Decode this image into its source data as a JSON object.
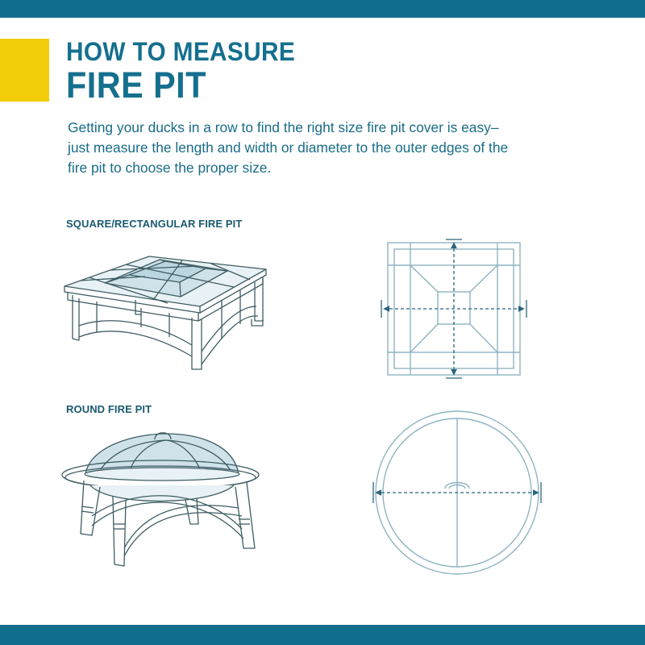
{
  "header": {
    "title_line1": "HOW TO MEASURE",
    "title_line2": "FIRE PIT"
  },
  "intro": {
    "lines": [
      "Getting your ducks in a row to find the right size fire pit cover is easy–",
      "just measure the length and width or diameter to the outer edges of the",
      "fire pit to choose the proper size."
    ]
  },
  "sections": [
    {
      "label": "SQUARE/RECTANGULAR FIRE PIT",
      "illustration": "square-fire-pit-illustration",
      "diagram": "square-top-view-diagram"
    },
    {
      "label": "ROUND FIRE PIT",
      "illustration": "round-fire-pit-illustration",
      "diagram": "round-top-view-diagram"
    }
  ],
  "colors": {
    "band": "#116f8e",
    "accent": "#f3cc0a",
    "heading": "#156f8e",
    "line_art": "#3f5d63",
    "line_art_fill": "#cfe2ea",
    "diagram_line": "#8eb4c2",
    "measure_line": "#2c6579"
  }
}
